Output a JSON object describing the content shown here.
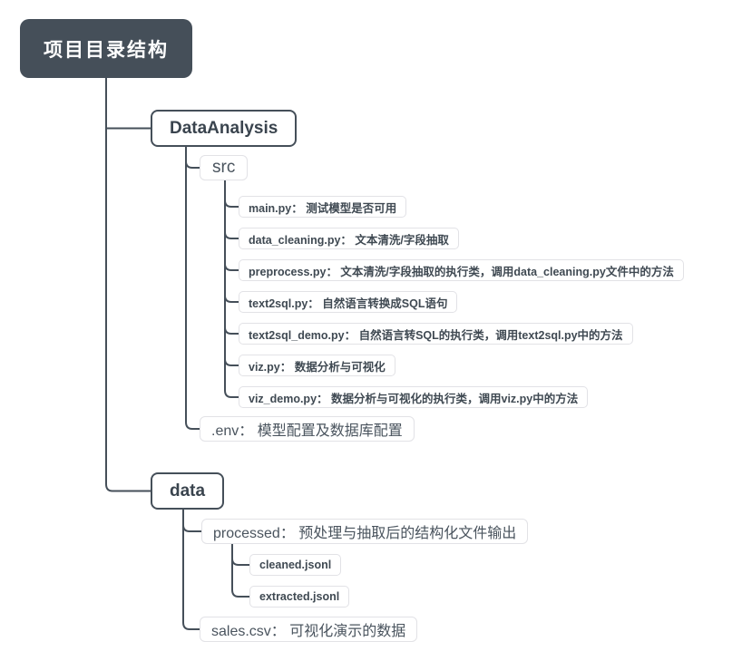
{
  "title": "项目目录结构",
  "colors": {
    "primary": "#454f59",
    "node_border_light": "#e2e2e6",
    "text_dark": "#3f4952",
    "text_medium": "#4a545e",
    "background": "#ffffff"
  },
  "mindmap": {
    "root": {
      "label": "项目目录结构"
    },
    "children": [
      {
        "label": "DataAnalysis",
        "children": [
          {
            "label": "src",
            "children": [
              {
                "label": "main.py： 测试模型是否可用"
              },
              {
                "label": "data_cleaning.py： 文本清洗/字段抽取"
              },
              {
                "label": "preprocess.py： 文本清洗/字段抽取的执行类，调用data_cleaning.py文件中的方法"
              },
              {
                "label": "text2sql.py： 自然语言转换成SQL语句"
              },
              {
                "label": "text2sql_demo.py： 自然语言转SQL的执行类，调用text2sql.py中的方法"
              },
              {
                "label": "viz.py： 数据分析与可视化"
              },
              {
                "label": "viz_demo.py： 数据分析与可视化的执行类，调用viz.py中的方法"
              }
            ]
          },
          {
            "label": ".env： 模型配置及数据库配置"
          }
        ]
      },
      {
        "label": "data",
        "children": [
          {
            "label": "processed： 预处理与抽取后的结构化文件输出",
            "children": [
              {
                "label": "cleaned.jsonl"
              },
              {
                "label": "extracted.jsonl"
              }
            ]
          },
          {
            "label": "sales.csv： 可视化演示的数据"
          }
        ]
      }
    ]
  }
}
